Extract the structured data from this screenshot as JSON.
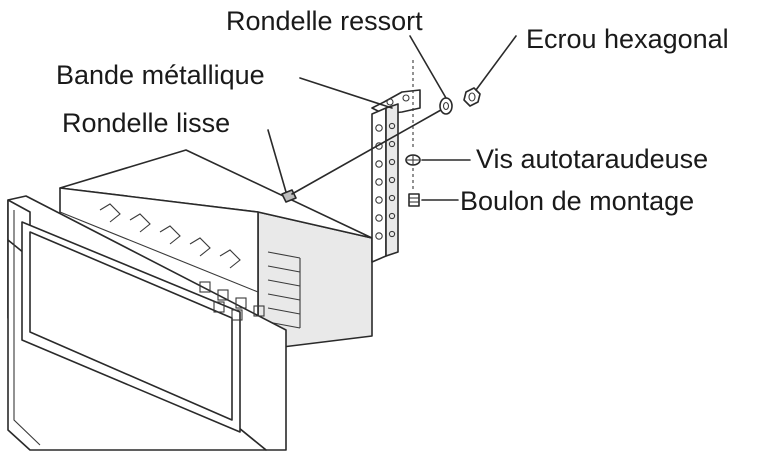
{
  "labels": {
    "spring_washer": "Rondelle  ressort",
    "hex_nut": "Ecrou hexagonal",
    "metal_strap": "Bande métallique",
    "flat_washer": "Rondelle lisse",
    "self_tapping_screw": "Vis  autotaraudeuse",
    "mounting_bolt": "Boulon de montage"
  },
  "colors": {
    "line": "#2a2a2a",
    "text": "#1a1a1a",
    "background": "#ffffff"
  }
}
